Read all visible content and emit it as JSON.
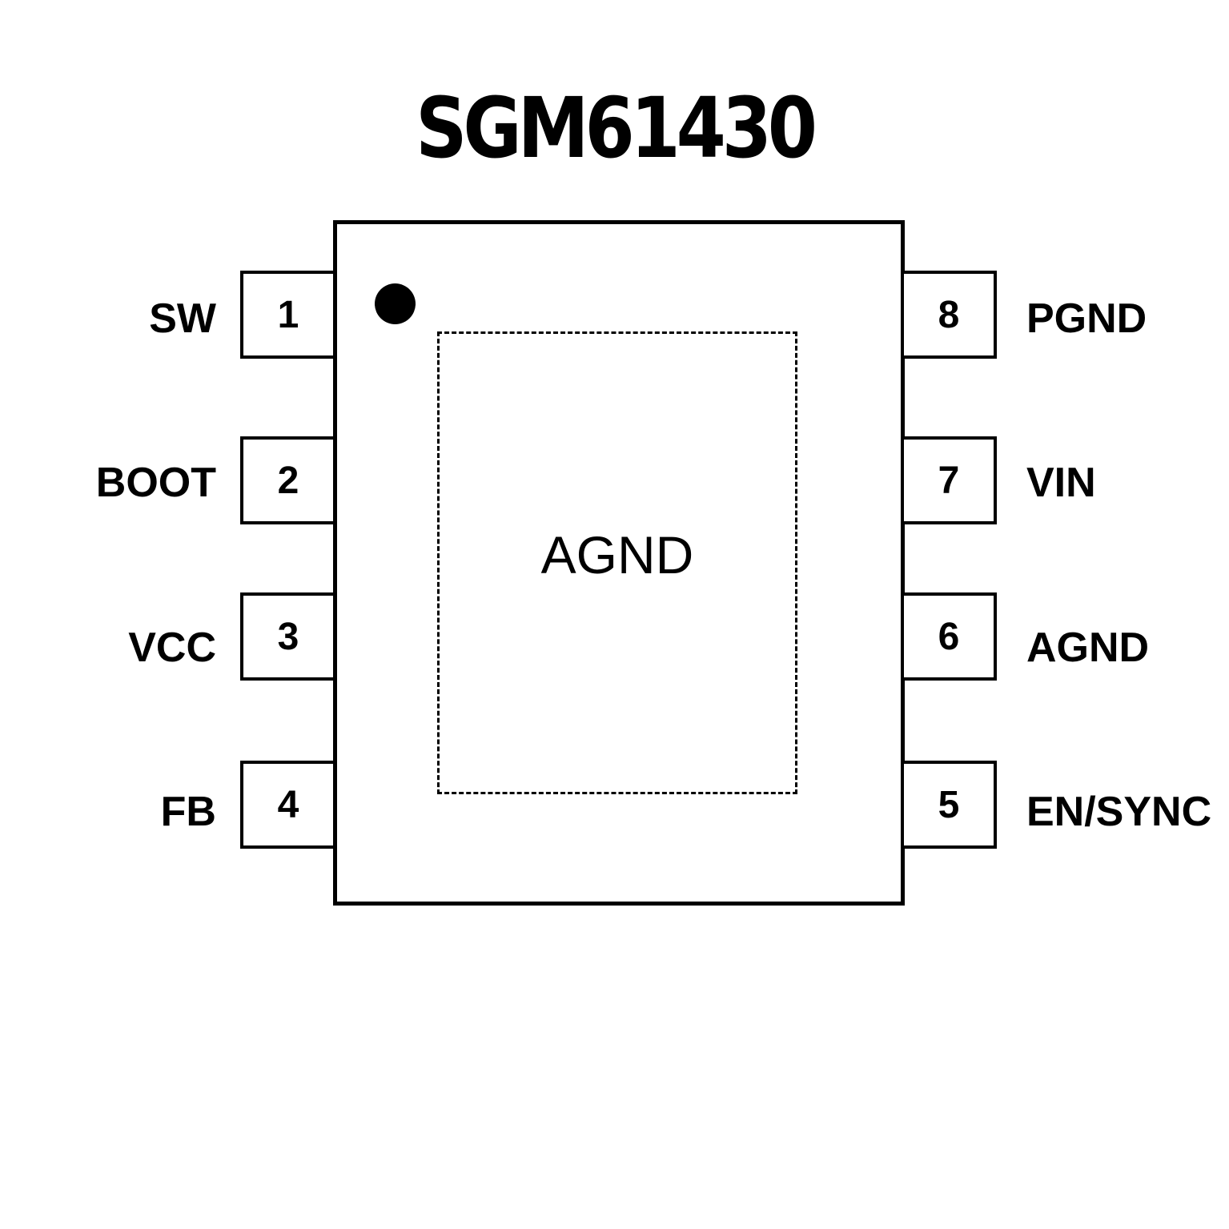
{
  "title": "SGM61430",
  "exposed_pad": {
    "label": "AGND"
  },
  "left_pins": [
    {
      "number": "1",
      "name": "SW"
    },
    {
      "number": "2",
      "name": "BOOT"
    },
    {
      "number": "3",
      "name": "VCC"
    },
    {
      "number": "4",
      "name": "FB"
    }
  ],
  "right_pins": [
    {
      "number": "8",
      "name": "PGND"
    },
    {
      "number": "7",
      "name": "VIN"
    },
    {
      "number": "6",
      "name": "AGND"
    },
    {
      "number": "5",
      "name": "EN/SYNC"
    }
  ],
  "pin1_indicator": "filled-dot"
}
